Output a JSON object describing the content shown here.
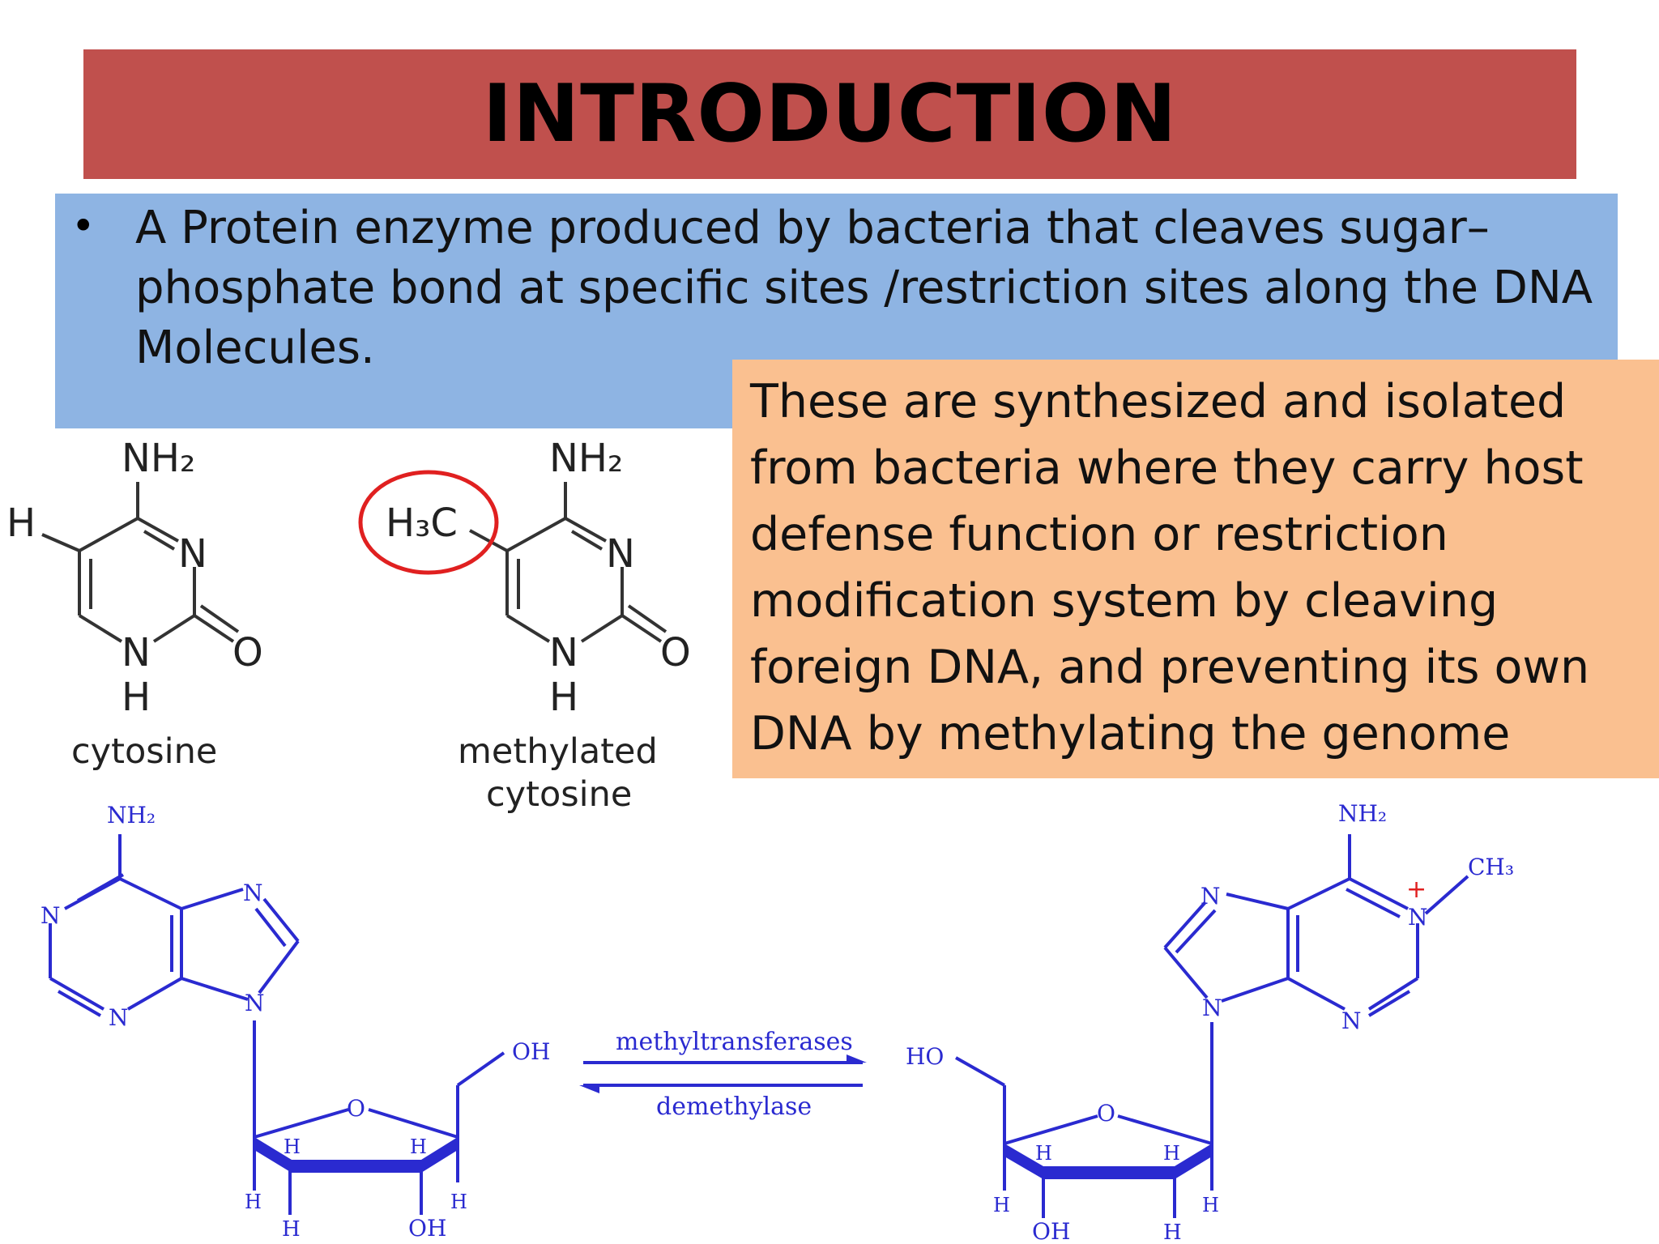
{
  "slide": {
    "title": "INTRODUCTION",
    "intro_text": "A Protein   enzyme produced by bacteria that   cleaves  sugar–phosphate bond at specific sites /restriction sites along the DNA Molecules.",
    "bullet_glyph": "•",
    "info_text": "These are synthesized and isolated from bacteria where they carry host defense function or restriction modification system by  cleaving foreign DNA, and preventing its own DNA by methylating the genome"
  },
  "structures": {
    "cytosine_label": "cytosine",
    "methylated_label": "methylated",
    "methylated_label_2": "cytosine",
    "atoms": {
      "nh2": "NH₂",
      "h": "H",
      "n": "N",
      "o": "O",
      "h3c": "H₃C",
      "ch3": "CH₃",
      "oh": "OH",
      "ho": "HO",
      "plus": "+"
    },
    "arrow_forward": "methyltransferases",
    "arrow_reverse": "demethylase"
  },
  "colors": {
    "title_bg": "#c0504d",
    "intro_bg": "#8eb4e3",
    "info_bg": "#fac090",
    "highlight_circle": "#e02020",
    "diagram_blue": "#2a2ad0"
  }
}
